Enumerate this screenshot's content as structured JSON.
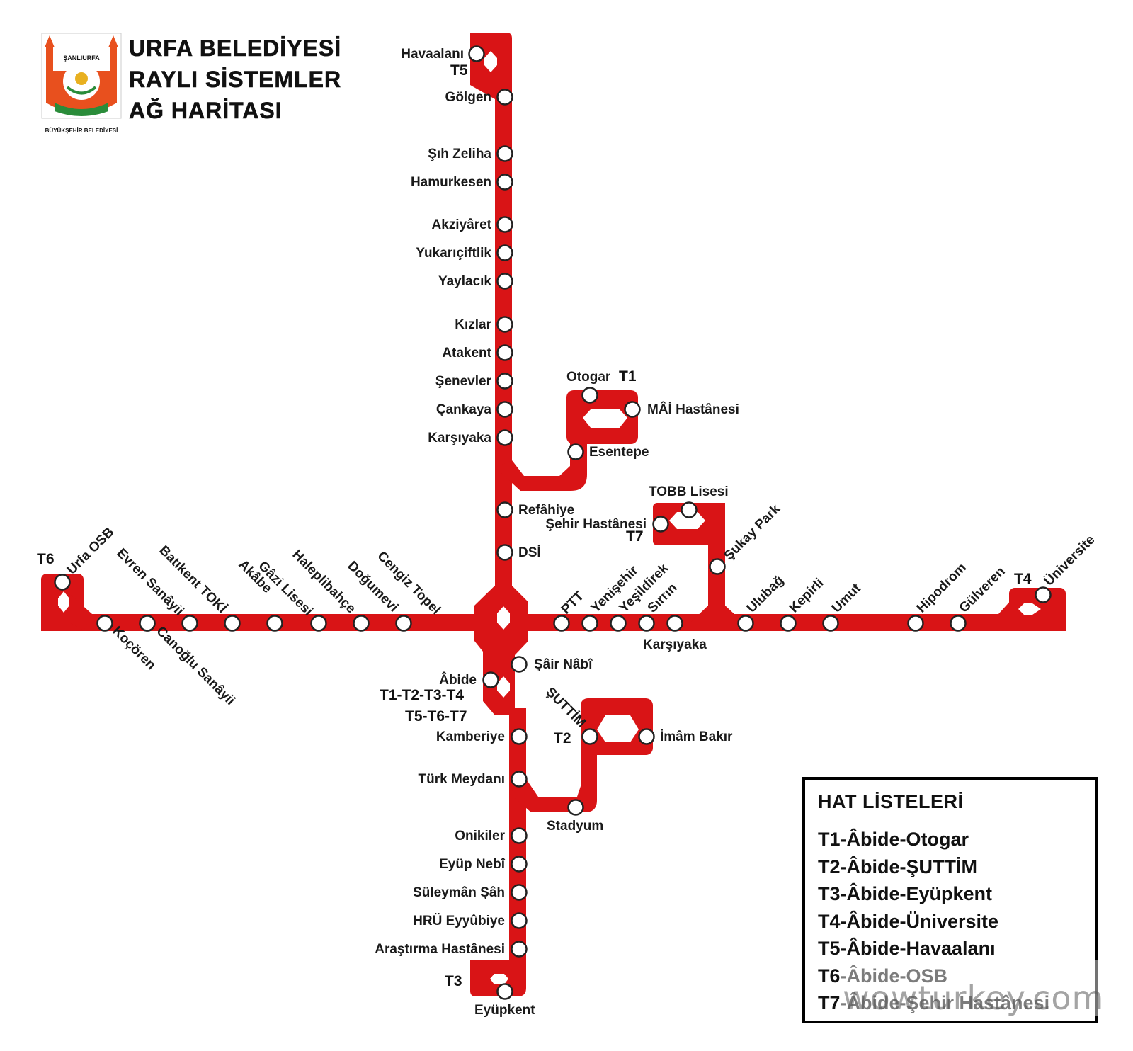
{
  "header": {
    "title_lines": [
      "URFA BELEDİYESİ",
      "RAYLI SİSTEMLER",
      "AĞ HARİTASI"
    ]
  },
  "logo": {
    "top_text": "ŞANLIURFA",
    "bottom_text": "BÜYÜKŞEHİR BELEDİYESİ",
    "colors": {
      "orange": "#e8501e",
      "green": "#2a8c3a",
      "sun": "#e8b020"
    }
  },
  "colors": {
    "line": "#d91416",
    "station_fill": "#ffffff",
    "station_stroke": "#222222"
  },
  "line_labels": {
    "t1": "T1",
    "t2": "T2",
    "t3": "T3",
    "t4": "T4",
    "t5": "T5",
    "t6": "T6",
    "t7": "T7",
    "hub_a": "T1-T2-T3-T4",
    "hub_b": "T5-T6-T7"
  },
  "stations": {
    "havaalani": "Havaalanı",
    "golgen": "Gölgen",
    "sih_zeliha": "Şıh Zeliha",
    "hamurkesen": "Hamurkesen",
    "akziyaret": "Akziyâret",
    "yukariciftlik": "Yukarıçiftlik",
    "yaylacik": "Yaylacık",
    "kizlar": "Kızlar",
    "atakent": "Atakent",
    "senevler": "Şenevler",
    "cankaya": "Çankaya",
    "karsiyaka_n": "Karşıyaka",
    "refahiye": "Refâhiye",
    "dsi": "DSİ",
    "otogar": "Otogar",
    "mai_hastanesi": "MÂİ Hastânesi",
    "esentepe": "Esentepe",
    "tobb_lisesi": "TOBB Lisesi",
    "sehir_hastanesi": "Şehir Hastânesi",
    "sukay_park": "Şukay Park",
    "urfa_osb": "Urfa OSB",
    "kocoren": "Koçören",
    "evren_sanayii": "Evren Sanâyii",
    "canoglu_sanayii": "Canoğlu Sanâyii",
    "batikent_toki": "Batıkent TOKİ",
    "akabe": "Akâbe",
    "gazi_lisesi": "Gâzi Lisesi",
    "haleplibahce": "Haleplibahçe",
    "dogumevi": "Doğumevi",
    "cengiz_topel": "Cengiz Topel",
    "ptt": "PTT",
    "yenisehir": "Yenişehir",
    "yesildirek": "Yeşildirek",
    "sirrin": "Sırrın",
    "karsiyaka_e": "Karşıyaka",
    "ulubag": "Ulubağ",
    "kepirli": "Kepirli",
    "umut": "Umut",
    "hipodrom": "Hipodrom",
    "gulveren": "Gülveren",
    "universite": "Üniversite",
    "sair_nabi": "Şâir Nâbî",
    "abide": "Âbide",
    "kamberiye": "Kamberiye",
    "turk_meydani": "Türk Meydanı",
    "suttim": "ŞUTTİM",
    "imam_bakir": "İmâm Bakır",
    "stadyum": "Stadyum",
    "onikiler": "Onikiler",
    "eyup_nebi": "Eyüp Nebî",
    "suleyman_sah": "Süleymân Şâh",
    "hru_eyyubiye": "HRÜ Eyyûbiye",
    "arastirma_hastanesi": "Araştırma Hastânesi",
    "eyupkent": "Eyüpkent"
  },
  "legend": {
    "title": "HAT LİSTELERİ",
    "items": [
      "T1-Âbide-Otogar",
      "T2-Âbide-ŞUTTİM",
      "T3-Âbide-Eyüpkent",
      "T4-Âbide-Üniversite",
      "T5-Âbide-Havaalanı",
      "T6-Âbide-OSB",
      "T7-Âbide-Şehir Hastânesi"
    ]
  },
  "watermark": "wowturkey.com"
}
